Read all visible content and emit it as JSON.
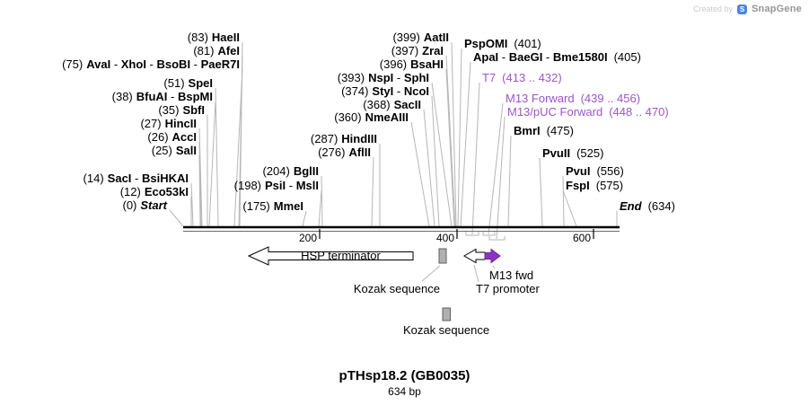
{
  "watermark": {
    "created_by": "Created by",
    "brand": "SnapGene"
  },
  "title": {
    "name": "pTHsp18.2 (GB0035)",
    "bp": "634 bp"
  },
  "ruler": {
    "t200": "200",
    "t400": "400",
    "t600": "600"
  },
  "colors": {
    "primer_purple": "#9d56c9",
    "primer_arrow": "#8d33c4",
    "connector_gray": "#b6b6b6",
    "feature_box_gray": "#b0b0b0"
  },
  "enzymes_left": [
    {
      "pos": "(83)",
      "names": "HaeII"
    },
    {
      "pos": "(81)",
      "names": "AfeI"
    },
    {
      "pos": "(75)",
      "names": "AvaI - XhoI - BsoBI - PaeR7I"
    },
    {
      "pos": "(51)",
      "names": "SpeI"
    },
    {
      "pos": "(38)",
      "names": "BfuAI - BspMI"
    },
    {
      "pos": "(35)",
      "names": "SbfI"
    },
    {
      "pos": "(27)",
      "names": "HincII"
    },
    {
      "pos": "(26)",
      "names": "AccI"
    },
    {
      "pos": "(25)",
      "names": "SalI"
    },
    {
      "pos": "(14)",
      "names": "SacI - BsiHKAI"
    },
    {
      "pos": "(12)",
      "names": "Eco53kI"
    },
    {
      "pos": "(0)",
      "names": "Start"
    }
  ],
  "enzymes_mid": [
    {
      "pos": "(287)",
      "names": "HindIII"
    },
    {
      "pos": "(276)",
      "names": "AflII"
    },
    {
      "pos": "(204)",
      "names": "BglII"
    },
    {
      "pos": "(198)",
      "names": "PsiI - MslI"
    },
    {
      "pos": "(175)",
      "names": "MmeI"
    }
  ],
  "enzymes_midright": [
    {
      "pos": "(399)",
      "names": "AatII"
    },
    {
      "pos": "(397)",
      "names": "ZraI"
    },
    {
      "pos": "(396)",
      "names": "BsaHI"
    },
    {
      "pos": "(393)",
      "names": "NspI - SphI"
    },
    {
      "pos": "(374)",
      "names": "StyI - NcoI"
    },
    {
      "pos": "(368)",
      "names": "SacII"
    },
    {
      "pos": "(360)",
      "names": "NmeAIII"
    }
  ],
  "enzymes_right": [
    {
      "names": "PspOMI",
      "pos": "(401)"
    },
    {
      "names": "ApaI - BaeGI - Bme1580I",
      "pos": "(405)"
    },
    {
      "names": "BmrI",
      "pos": "(475)"
    },
    {
      "names": "PvuII",
      "pos": "(525)"
    },
    {
      "names": "PvuI",
      "pos": "(556)"
    },
    {
      "names": "FspI",
      "pos": "(575)"
    },
    {
      "names": "End",
      "pos": "(634)"
    }
  ],
  "primers": [
    {
      "name": "T7",
      "range": "(413 .. 432)"
    },
    {
      "name": "M13 Forward",
      "range": "(439 .. 456)"
    },
    {
      "name": "M13/pUC Forward",
      "range": "(448 .. 470)"
    }
  ],
  "features": {
    "hsp_terminator": "HSP terminator",
    "kozak1": "Kozak sequence",
    "m13_fwd": "M13 fwd",
    "t7_promoter": "T7 promoter",
    "kozak2": "Kozak sequence"
  }
}
